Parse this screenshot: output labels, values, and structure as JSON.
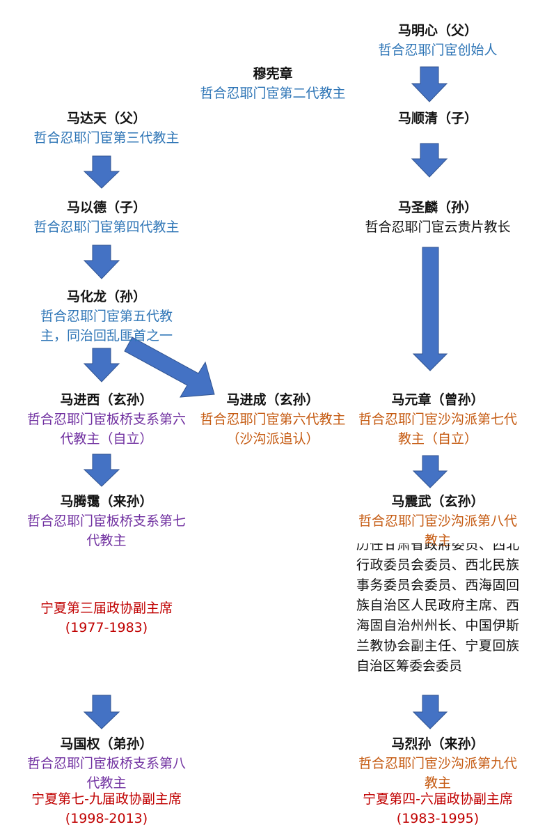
{
  "nodes": {
    "ma_mingxin": {
      "name": "马明心（父）",
      "desc": "哲合忍耶门宦创始人"
    },
    "mu_xianzhang": {
      "name": "穆宪章",
      "desc": "哲合忍耶门宦第二代教主"
    },
    "ma_shunqing": {
      "name": "马顺清（子）"
    },
    "ma_datian": {
      "name": "马达天（父）",
      "desc": "哲合忍耶门宦第三代教主"
    },
    "ma_yide": {
      "name": "马以德（子）",
      "desc": "哲合忍耶门宦第四代教主"
    },
    "ma_shenglin": {
      "name": "马圣麟（孙）",
      "desc": "哲合忍耶门宦云贵片教长"
    },
    "ma_hualong": {
      "name": "马化龙（孙）",
      "desc": "哲合忍耶门宦第五代教主，同治回乱匪首之一"
    },
    "ma_jinxi": {
      "name": "马进西（玄孙）",
      "desc": "哲合忍耶门宦板桥支系第六代教主（自立）"
    },
    "ma_jincheng": {
      "name": "马进成（玄孙）",
      "desc": "哲合忍耶门宦第六代教主（沙沟派追认）"
    },
    "ma_yuanzhang": {
      "name": "马元章（曾孙）",
      "desc": "哲合忍耶门宦沙沟派第七代教主（自立）"
    },
    "ma_tengai": {
      "name": "马腾霭（来孙）",
      "desc": "哲合忍耶门宦板桥支系第七代教主",
      "post": "宁夏第三届政协副主席",
      "years": "(1977-1983)"
    },
    "ma_zhenwu": {
      "name": "马震武（玄孙）",
      "desc": "哲合忍耶门宦沙沟派第八代教主",
      "note": "历任甘肃省政府委员、西北行政委员会委员、西北民族事务委员会委员、西海固回族自治区人民政府主席、西海固自治州州长、中国伊斯兰教协会副主任、宁夏回族自治区筹委会委员"
    },
    "ma_guoquan": {
      "name": "马国权（弟孙）",
      "desc": "哲合忍耶门宦板桥支系第八代教主",
      "post": "宁夏第七-九届政协副主席",
      "years": "(1998-2013)"
    },
    "ma_liesun": {
      "name": "马烈孙（来孙）",
      "desc": "哲合忍耶门宦沙沟派第九代教主",
      "post": "宁夏第四-六届政协副主席",
      "years": "(1983-1995)"
    }
  },
  "colors": {
    "arrow": "#4472C4",
    "arrow_outline": "#2F528F",
    "blue_text": "#2E75B6",
    "purple_text": "#7030A0",
    "orange_text": "#C55A11",
    "red_text": "#C00000"
  }
}
